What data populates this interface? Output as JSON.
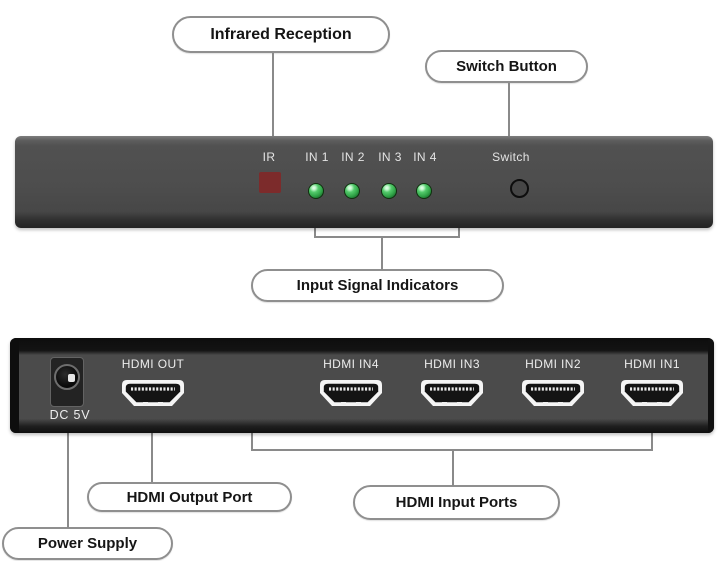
{
  "callouts": {
    "infrared_reception": "Infrared Reception",
    "switch_button": "Switch Button",
    "input_signal_indicators": "Input Signal Indicators",
    "hdmi_output_port": "HDMI Output Port",
    "hdmi_input_ports": "HDMI Input Ports",
    "power_supply": "Power Supply"
  },
  "front_panel": {
    "ir_label": "IR",
    "input_indicator_labels": [
      "IN 1",
      "IN 2",
      "IN 3",
      "IN 4"
    ],
    "switch_label": "Switch"
  },
  "rear_panel": {
    "power_port_label": "DC 5V",
    "port_labels": [
      "HDMI OUT",
      "HDMI IN4",
      "HDMI IN3",
      "HDMI IN2",
      "HDMI IN1"
    ]
  },
  "colors": {
    "led_green": "#3fbf55",
    "ir_window_red": "#7c2b2b",
    "panel_gray": "#4d4d4d",
    "callout_border": "#8f8f8f"
  }
}
